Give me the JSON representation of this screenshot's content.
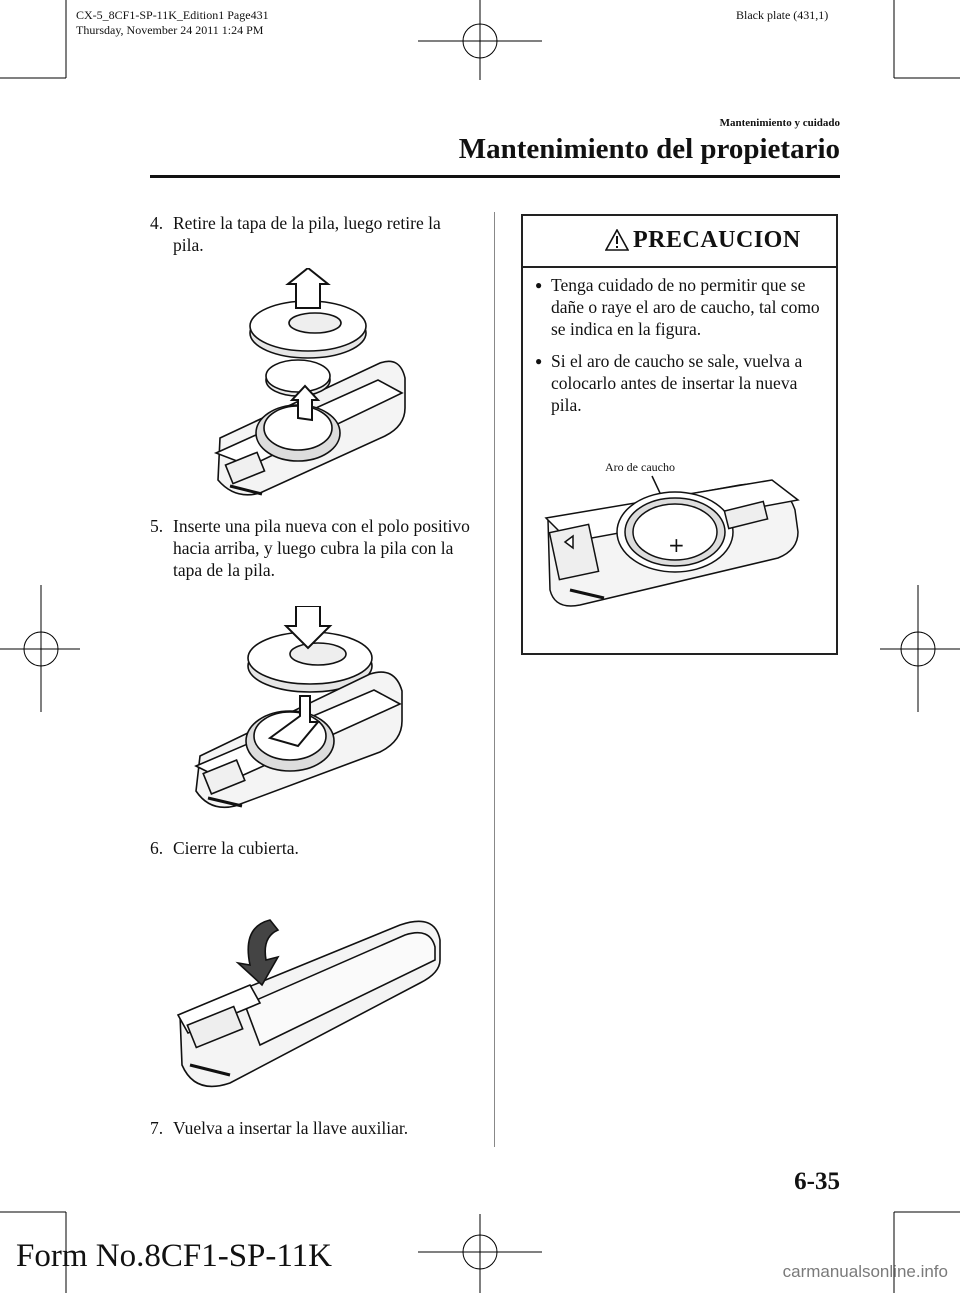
{
  "print_meta": {
    "line1": "CX-5_8CF1-SP-11K_Edition1 Page431",
    "line2": "Thursday, November 24 2011 1:24 PM"
  },
  "plate": "Black plate (431,1)",
  "header": {
    "section_sub": "Mantenimiento y cuidado",
    "section_title": "Mantenimiento del propietario"
  },
  "steps": [
    {
      "num": "4.",
      "text": "Retire la tapa de la pila, luego retire la pila."
    },
    {
      "num": "5.",
      "text": "Inserte una pila nueva con el polo positivo hacia arriba, y luego cubra la pila con la tapa de la pila."
    },
    {
      "num": "6.",
      "text": "Cierre la cubierta."
    },
    {
      "num": "7.",
      "text": "Vuelva a insertar la llave auxiliar."
    }
  ],
  "caution": {
    "icon": "warning-triangle-icon",
    "title": "PRECAUCION",
    "bullets": [
      "Tenga cuidado de no permitir que se dañe o raye el aro de caucho, tal como se indica en la figura.",
      "Si el aro de caucho se sale, vuelva a colocarlo antes de insertar la nueva pila."
    ],
    "figure_label": "Aro de caucho"
  },
  "page_number": "6-35",
  "form_number": "Form No.8CF1-SP-11K",
  "watermark": "carmanualsonline.info"
}
